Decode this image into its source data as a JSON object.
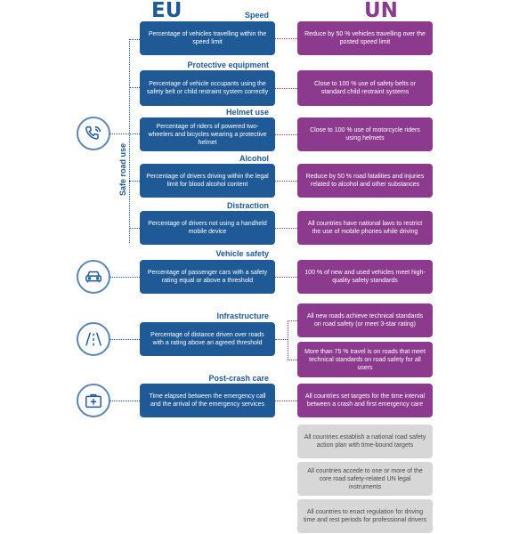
{
  "headers": {
    "eu": "EU",
    "un": "UN"
  },
  "side_label": "Safe road use",
  "sections": [
    {
      "title": "Speed",
      "eu": "Percentage of vehicles travelling within the speed limit",
      "un": "Reduce by 50 % vehicles travelling over the posted speed limit"
    },
    {
      "title": "Protective equipment",
      "eu": "Percentage of vehicle occupants using the safety belt or child restraint system correctly",
      "un": "Close to 100 % use of safety belts or standard child restraint systems"
    },
    {
      "title": "Helmet use",
      "eu": "Percentage of riders of powered two-wheelers and bicycles wearing a protective helmet",
      "un": "Close to 100 % use of  motorcycle riders using helmets"
    },
    {
      "title": "Alcohol",
      "eu": "Percentage of drivers driving within the legal limit for blood alcohol content",
      "un": "Reduce by 50 % road fatalities and injuries related to alcohol and other substances"
    },
    {
      "title": "Distraction",
      "eu": "Percentage of drivers not using a handheld mobile device",
      "un": "All countries have national laws to restrict the use of mobile phones while driving"
    },
    {
      "title": "Vehicle safety",
      "eu": "Percentage of passenger cars with a safety rating equal or above a threshold",
      "un": "100 % of new and used vehicles meet high-quality safety standards"
    },
    {
      "title": "Infrastructure",
      "eu": "Percentage of distance driven over roads with a rating above an agreed threshold",
      "un": "All  new roads achieve technical standards on road safety (or meet 3-star rating)",
      "un2": "More than 75 % travel is on roads that meet technical standards on road safety for all users"
    },
    {
      "title": "Post-crash care",
      "eu": "Time elapsed between the emergency call and the arrival of the emergency services",
      "un": "All countries set targets for the time interval between a crash and first emergency care"
    }
  ],
  "grey_boxes": [
    "All countries establish a national road safety action plan with time-bound targets",
    "All countries accede to one or more of the core road safety-related UN legal instruments",
    "All countries to enact regulation for driving time and rest periods for professional drivers"
  ],
  "icons": {
    "safe_road_use": "phone-steering-wheel-icon",
    "vehicle_safety": "car-icon",
    "infrastructure": "road-icon",
    "post_crash_care": "first-aid-kit-icon"
  },
  "colors": {
    "eu": "#1f5a96",
    "un": "#8b3a8e",
    "grey": "#d7d7d7"
  }
}
